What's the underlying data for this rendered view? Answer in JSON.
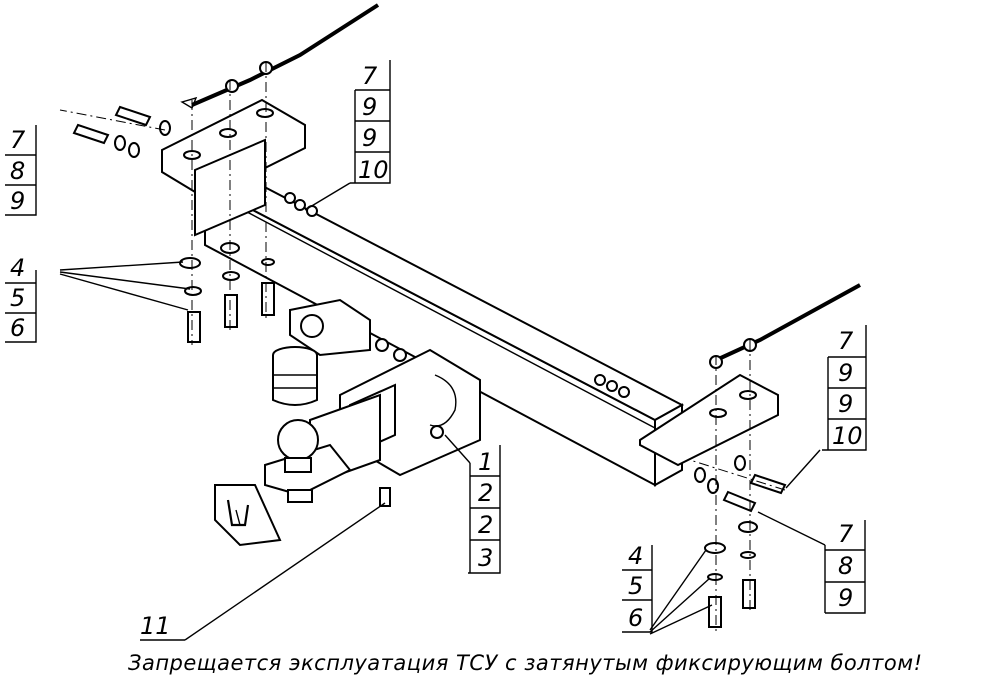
{
  "callouts": {
    "left_top": [
      "7",
      "8",
      "9"
    ],
    "center_top": [
      "7",
      "9",
      "9",
      "10"
    ],
    "left_middle": [
      "4",
      "5",
      "6"
    ],
    "right_top": [
      "7",
      "9",
      "9",
      "10"
    ],
    "center_bottom": [
      "1",
      "2",
      "2",
      "3"
    ],
    "right_bottom": [
      "7",
      "8",
      "9"
    ],
    "bottom_washers": [
      "4",
      "5",
      "6"
    ],
    "bolt": "11"
  },
  "warning_text": "Запрещается эксплуатация ТСУ с затянутым фиксирующим болтом!"
}
